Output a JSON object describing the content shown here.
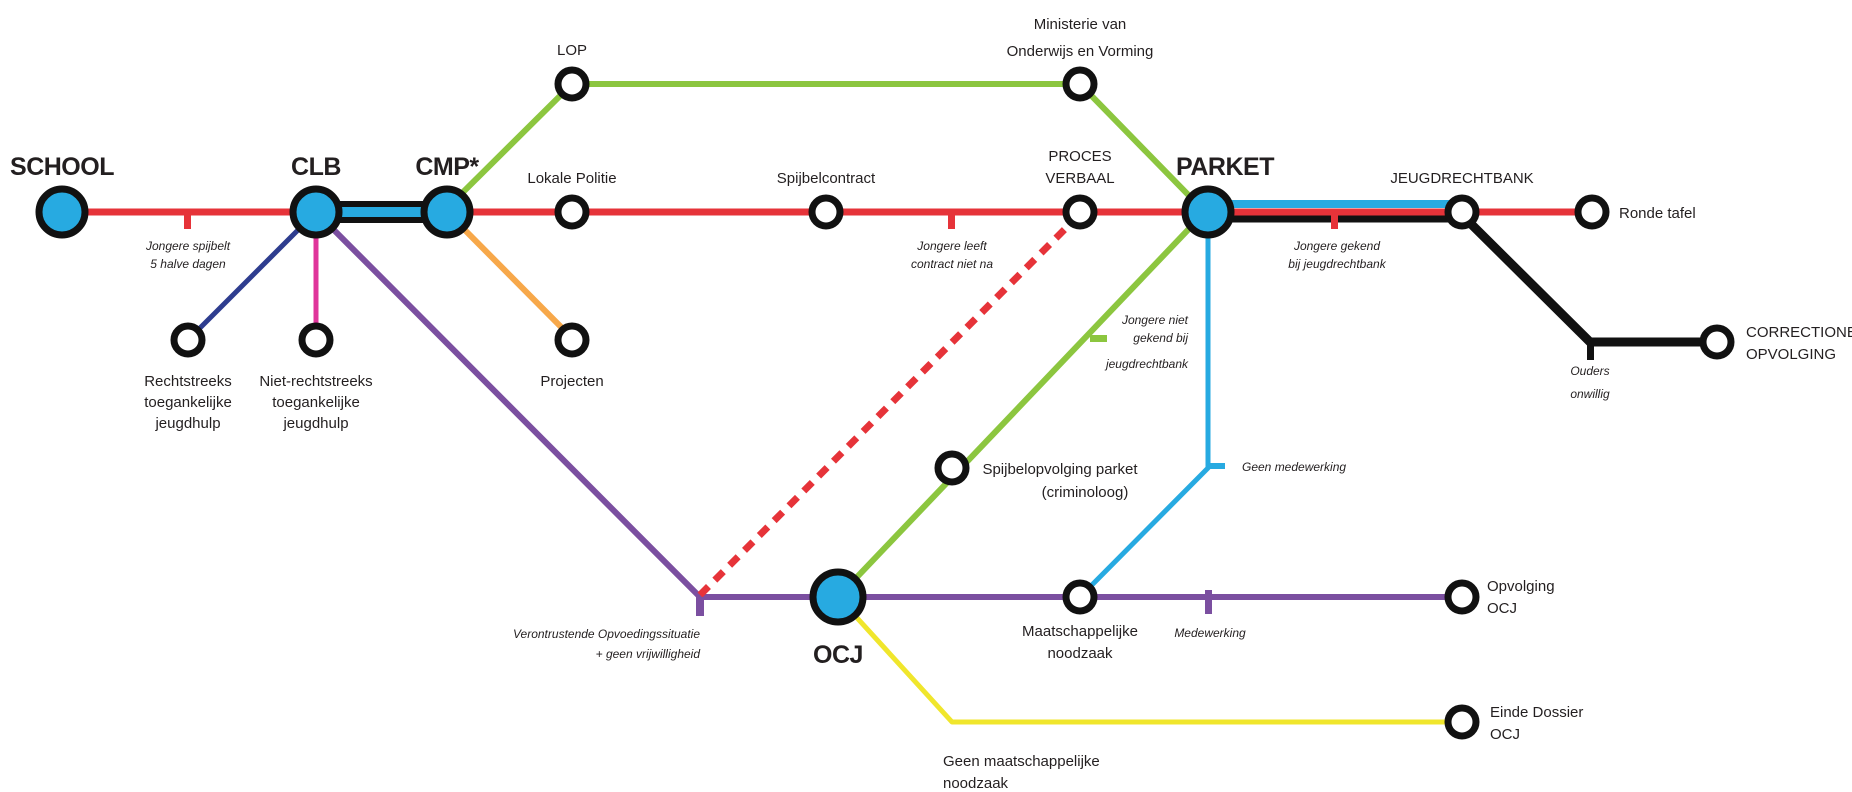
{
  "colors": {
    "red": "#e63339",
    "green": "#8cc63f",
    "blue": "#27aae1",
    "purple": "#7b4fa0",
    "orange": "#f7a84a",
    "navy": "#2e3d8f",
    "pink": "#e0359b",
    "yellow": "#f0e62c",
    "black": "#111111",
    "hub_fill": "#27aae1"
  },
  "labels": {
    "school": "SCHOOL",
    "clb": "CLB",
    "cmp": "CMP*",
    "parket": "PARKET",
    "ocj": "OCJ",
    "lop": "LOP",
    "ministerie_1": "Ministerie van",
    "ministerie_2": "Onderwijs en Vorming",
    "lokale_politie": "Lokale Politie",
    "spijbelcontract": "Spijbelcontract",
    "proces_1": "PROCES",
    "proces_2": "VERBAAL",
    "jeugdrechtbank": "JEUGDRECHTBANK",
    "ronde_tafel": "Ronde tafel",
    "correctionele_1": "CORRECTIONELE",
    "correctionele_2": "OPVOLGING",
    "rechtstreeks_1": "Rechtstreeks",
    "rechtstreeks_2": "toegankelijke",
    "rechtstreeks_3": "jeugdhulp",
    "niet_1": "Niet-rechtstreeks",
    "niet_2": "toegankelijke",
    "niet_3": "jeugdhulp",
    "projecten": "Projecten",
    "spijbelopvolging_1": "Spijbelopvolging parket",
    "spijbelopvolging_2": "(criminoloog)",
    "maatschappelijke_1": "Maatschappelijke",
    "maatschappelijke_2": "noodzaak",
    "opvolging_1": "Opvolging",
    "opvolging_2": "OCJ",
    "einde_1": "Einde Dossier",
    "einde_2": "OCJ",
    "geen_maat_1": "Geen maatschappelijke",
    "geen_maat_2": "noodzaak"
  },
  "notes": {
    "spijbelt_1": "Jongere spijbelt",
    "spijbelt_2": "5 halve dagen",
    "leeft_1": "Jongere leeft",
    "leeft_2": "contract niet na",
    "gekend_1": "Jongere gekend",
    "gekend_2": "bij jeugdrechtbank",
    "niet_gekend_1": "Jongere niet",
    "niet_gekend_2": "gekend bij",
    "niet_gekend_3": "jeugdrechtbank",
    "geen_medewerking": "Geen medewerking",
    "ouders_1": "Ouders",
    "ouders_2": "onwillig",
    "verontrustende_1": "Verontrustende Opvoedingssituatie",
    "verontrustende_2": "+ geen vrijwilligheid",
    "medewerking": "Medewerking"
  }
}
